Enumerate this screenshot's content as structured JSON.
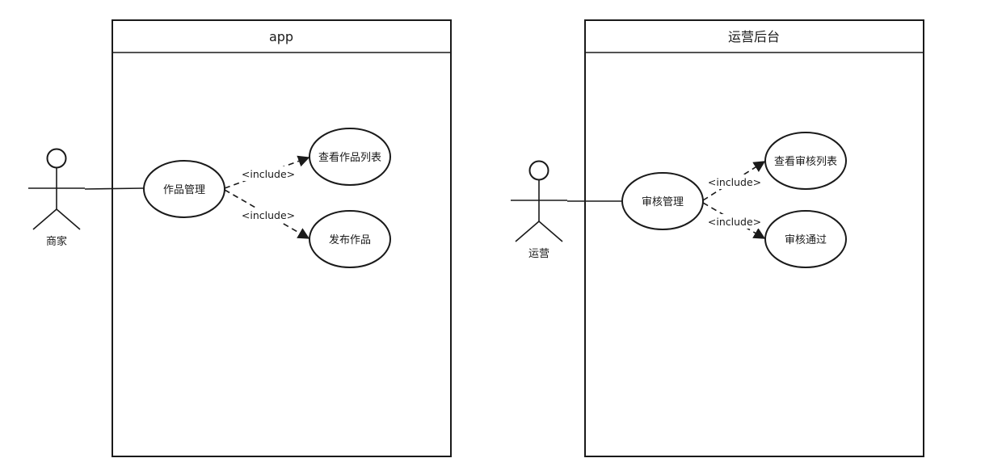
{
  "systems": [
    {
      "title": "app",
      "actor": "商家",
      "main_use_case": "作品管理",
      "included": [
        "查看作品列表",
        "发布作品"
      ]
    },
    {
      "title": "运营后台",
      "actor": "运营",
      "main_use_case": "审核管理",
      "included": [
        "查看审核列表",
        "审核通过"
      ]
    }
  ],
  "relation_label": "<include>"
}
